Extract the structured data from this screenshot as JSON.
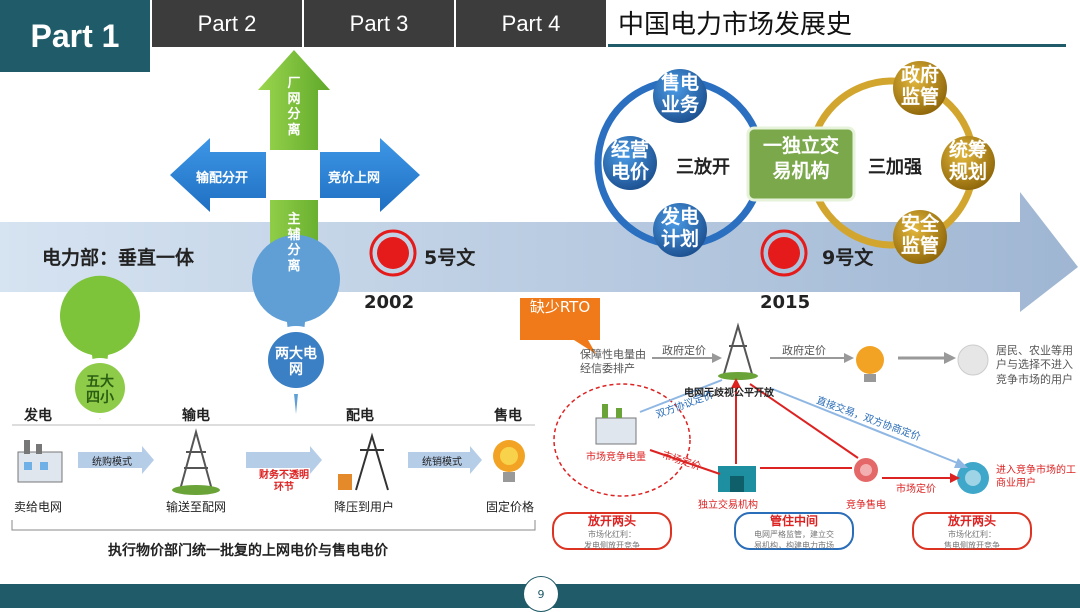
{
  "header": {
    "active_part": "Part 1",
    "tabs": [
      "Part 2",
      "Part 3",
      "Part 4"
    ],
    "title": "中国电力市场发展史"
  },
  "timeline": {
    "start_label": "电力部：垂直一体",
    "events": [
      {
        "doc": "5号文",
        "year": "2002"
      },
      {
        "doc": "9号文",
        "year": "2015"
      }
    ]
  },
  "cross": {
    "up": "厂网分离",
    "down": "主辅分离",
    "left": "输配分开",
    "right": "竞价上网",
    "pin": "两大电网"
  },
  "reform": {
    "center": "一独立交易机构",
    "left_ring_label": "三放开",
    "right_ring_label": "三加强",
    "left_items": [
      "售电业务",
      "经营电价",
      "发电计划"
    ],
    "right_items": [
      "政府监管",
      "统筹规划",
      "安全监管"
    ]
  },
  "old_chain": {
    "pin": "五大四小",
    "stages": [
      "发电",
      "输电",
      "配电",
      "售电"
    ],
    "captions": [
      "卖给电网",
      "输送至配网",
      "降压到用户",
      "固定价格"
    ],
    "arrows": [
      "统购模式",
      "财务不透明环节",
      "统销模式"
    ],
    "footer": "执行物价部门统一批复的上网电价与售电电价"
  },
  "new_market": {
    "bubble": "缺少RTO",
    "top_left": "保障性电量由经信委排产",
    "gov_price_1": "政府定价",
    "gov_price_2": "政府定价",
    "grid": "电网无歧视公平开放",
    "residents": "居民、农业等用户与选择不进入竞争市场的用户",
    "competitive_power": "市场竞争电量",
    "bilateral": "双方协议定价",
    "market_price_1": "市场定价",
    "direct": "直接交易，双方协商定价",
    "exchange": "独立交易机构",
    "retail": "竞争售电",
    "market_price_2": "市场定价",
    "industrial": "进入竞争市场的工商业用户",
    "pills": [
      {
        "title": "放开两头",
        "sub1": "市场化红利：",
        "sub2": "发电侧放开竞争"
      },
      {
        "title": "管住中间",
        "sub1": "电网严格监管，建立交",
        "sub2": "易机构，构建电力市场"
      },
      {
        "title": "放开两头",
        "sub1": "市场化红利：",
        "sub2": "售电侧放开竞争"
      }
    ]
  },
  "page_number": "9",
  "colors": {
    "teal": "#1f5b68",
    "blue": "#2a7fd4",
    "green": "#7ec43a",
    "gold": "#c99a1a",
    "red": "#e51b1b"
  }
}
